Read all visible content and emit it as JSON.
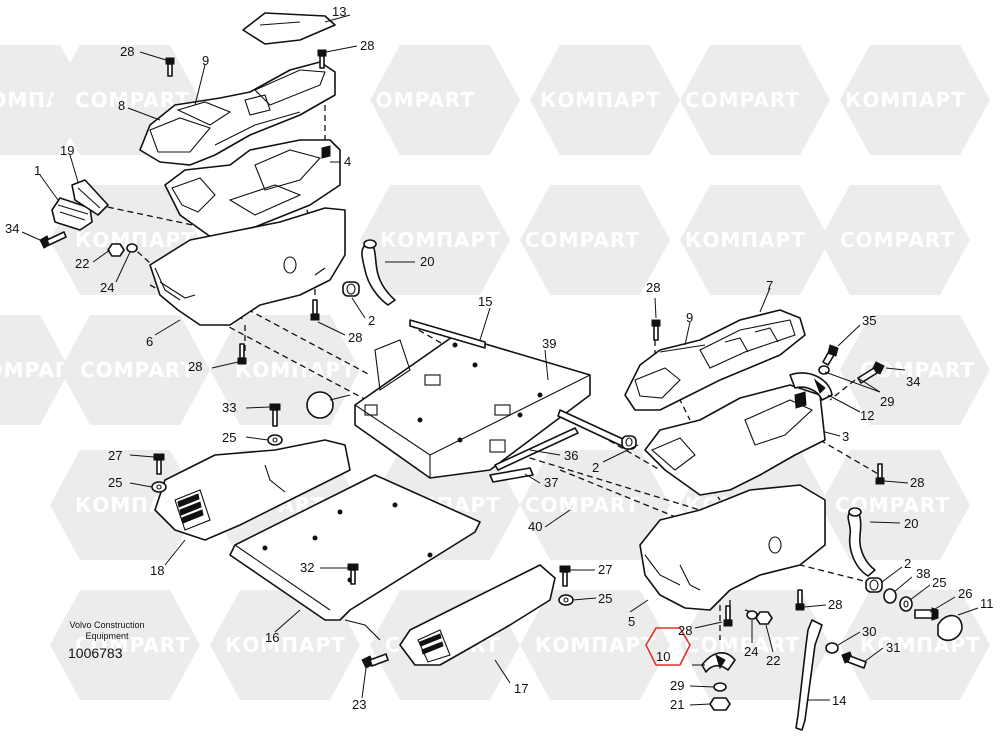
{
  "diagram": {
    "watermarks": [
      "КОМПАРТ",
      "COMPART"
    ],
    "manufacturer_line1": "Volvo Construction",
    "manufacturer_line2": "Equipment",
    "drawing_number": "1006783",
    "highlighted_callout": "10",
    "callouts": [
      {
        "id": "c13",
        "label": "13"
      },
      {
        "id": "c28a",
        "label": "28"
      },
      {
        "id": "c28b",
        "label": "28"
      },
      {
        "id": "c9a",
        "label": "9"
      },
      {
        "id": "c8",
        "label": "8"
      },
      {
        "id": "c4",
        "label": "4"
      },
      {
        "id": "c19",
        "label": "19"
      },
      {
        "id": "c1",
        "label": "1"
      },
      {
        "id": "c34a",
        "label": "34"
      },
      {
        "id": "c22a",
        "label": "22"
      },
      {
        "id": "c24a",
        "label": "24"
      },
      {
        "id": "c20a",
        "label": "20"
      },
      {
        "id": "c2a",
        "label": "2"
      },
      {
        "id": "c28c",
        "label": "28"
      },
      {
        "id": "c6",
        "label": "6"
      },
      {
        "id": "c28d",
        "label": "28"
      },
      {
        "id": "c15",
        "label": "15"
      },
      {
        "id": "c39",
        "label": "39"
      },
      {
        "id": "c28e",
        "label": "28"
      },
      {
        "id": "c7",
        "label": "7"
      },
      {
        "id": "c9b",
        "label": "9"
      },
      {
        "id": "c35",
        "label": "35"
      },
      {
        "id": "c34b",
        "label": "34"
      },
      {
        "id": "c29a",
        "label": "29"
      },
      {
        "id": "c12",
        "label": "12"
      },
      {
        "id": "c3",
        "label": "3"
      },
      {
        "id": "c33",
        "label": "33"
      },
      {
        "id": "c25a",
        "label": "25"
      },
      {
        "id": "c27a",
        "label": "27"
      },
      {
        "id": "c25b",
        "label": "25"
      },
      {
        "id": "c36",
        "label": "36"
      },
      {
        "id": "c2b",
        "label": "2"
      },
      {
        "id": "c37",
        "label": "37"
      },
      {
        "id": "c28f",
        "label": "28"
      },
      {
        "id": "c40",
        "label": "40"
      },
      {
        "id": "c20b",
        "label": "20"
      },
      {
        "id": "c18",
        "label": "18"
      },
      {
        "id": "c32",
        "label": "32"
      },
      {
        "id": "c27b",
        "label": "27"
      },
      {
        "id": "c25c",
        "label": "25"
      },
      {
        "id": "c16",
        "label": "16"
      },
      {
        "id": "c5",
        "label": "5"
      },
      {
        "id": "c2c",
        "label": "2"
      },
      {
        "id": "c38",
        "label": "38"
      },
      {
        "id": "c25d",
        "label": "25"
      },
      {
        "id": "c26",
        "label": "26"
      },
      {
        "id": "c11",
        "label": "11"
      },
      {
        "id": "c28g",
        "label": "28"
      },
      {
        "id": "c28h",
        "label": "28"
      },
      {
        "id": "c24b",
        "label": "24"
      },
      {
        "id": "c22b",
        "label": "22"
      },
      {
        "id": "c30",
        "label": "30"
      },
      {
        "id": "c31",
        "label": "31"
      },
      {
        "id": "c10",
        "label": "10"
      },
      {
        "id": "c29b",
        "label": "29"
      },
      {
        "id": "c21",
        "label": "21"
      },
      {
        "id": "c23",
        "label": "23"
      },
      {
        "id": "c17",
        "label": "17"
      },
      {
        "id": "c14",
        "label": "14"
      }
    ]
  }
}
